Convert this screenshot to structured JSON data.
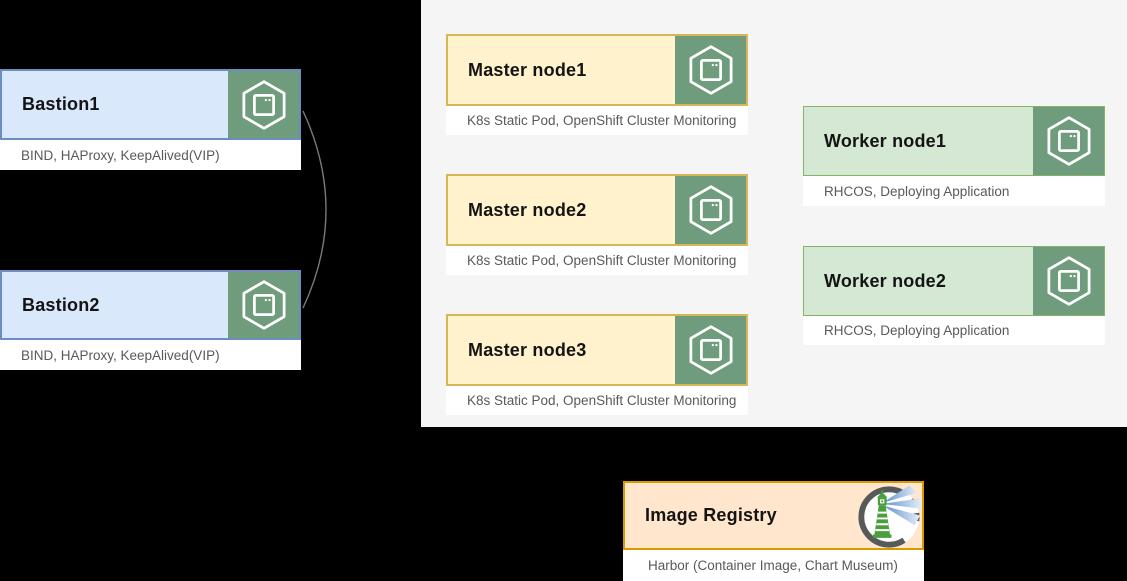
{
  "diagram": {
    "bastions": [
      {
        "title": "Bastion1",
        "label": "BIND, HAProxy, KeepAlived(VIP)"
      },
      {
        "title": "Bastion2",
        "label": "BIND, HAProxy, KeepAlived(VIP)"
      }
    ],
    "masters": [
      {
        "title": "Master node1",
        "label": "K8s Static Pod, OpenShift Cluster Monitoring"
      },
      {
        "title": "Master node2",
        "label": "K8s Static Pod, OpenShift Cluster Monitoring"
      },
      {
        "title": "Master node3",
        "label": "K8s Static Pod, OpenShift Cluster Monitoring"
      }
    ],
    "workers": [
      {
        "title": "Worker node1",
        "label": "RHCOS, Deploying Application"
      },
      {
        "title": "Worker node2",
        "label": "RHCOS, Deploying Application"
      }
    ],
    "registry": {
      "title": "Image Registry",
      "label": "Harbor (Container Image, Chart Museum)"
    }
  },
  "icons": {
    "node_icon": "hexagon-container-node",
    "registry_icon": "harbor-lighthouse-logo"
  },
  "colors": {
    "background": "#000000",
    "panel": "#f5f5f5",
    "bastion_fill": "#dae8fc",
    "bastion_border": "#6c8ebf",
    "master_fill": "#fff2cc",
    "master_border": "#d6b656",
    "worker_fill": "#d5e8d4",
    "worker_border": "#82b366",
    "registry_fill": "#ffe6cc",
    "registry_border": "#d79b00",
    "icon_green": "#6f9c7c",
    "label_text": "#595959",
    "connector": "#7a7a7a",
    "harbor_ring": "#58595b",
    "harbor_green": "#4b9e3d",
    "harbor_beam": "#5b8ec9"
  }
}
